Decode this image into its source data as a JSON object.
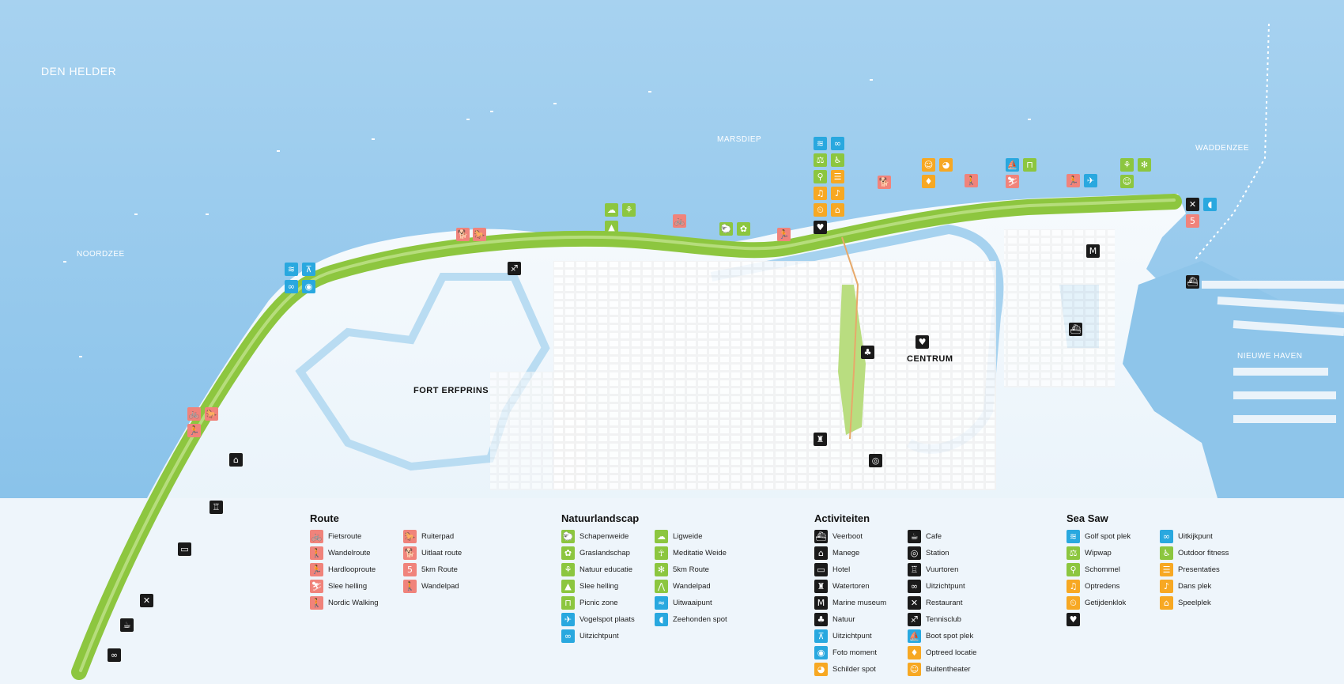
{
  "places": {
    "den_helder": "DEN HELDER",
    "noordzee": "NOORDZEE",
    "marsdiep": "MARSDIEP",
    "waddenzee": "WADDENZEE",
    "nieuwe_haven": "NIEUWE HAVEN",
    "fort_erfprins": "FORT ERFPRINS",
    "centrum": "CENTRUM"
  },
  "colors": {
    "sea": "#8ec5ea",
    "deep_sea": "#5aa6df",
    "land": "#f3f8fc",
    "dike": "#8dc63f",
    "route": "#f0837b",
    "nature": "#8cc63f",
    "activity": "#1a1a1a",
    "seasaw": "#29a8df",
    "orange": "#f7a823"
  },
  "legend": {
    "route": {
      "title": "Route",
      "items": [
        {
          "label": "Fietsroute",
          "icon": "bike-icon",
          "g": "🚲",
          "c": "c-route"
        },
        {
          "label": "Wandelroute",
          "icon": "walk-icon",
          "g": "🚶",
          "c": "c-route"
        },
        {
          "label": "Hardlooproute",
          "icon": "run-icon",
          "g": "🏃",
          "c": "c-route"
        },
        {
          "label": "Slee helling",
          "icon": "sled-icon",
          "g": "⛷",
          "c": "c-route"
        },
        {
          "label": "Nordic Walking",
          "icon": "nordic-icon",
          "g": "🚶",
          "c": "c-route"
        },
        {
          "label": "Ruiterpad",
          "icon": "horse-icon",
          "g": "🐎",
          "c": "c-route"
        },
        {
          "label": "Uitlaat route",
          "icon": "dog-icon",
          "g": "🐕",
          "c": "c-route"
        },
        {
          "label": "5km Route",
          "icon": "five-km-icon",
          "g": "5",
          "c": "c-route"
        },
        {
          "label": "Wandelpad",
          "icon": "path-icon",
          "g": "🚶",
          "c": "c-route"
        }
      ]
    },
    "nature": {
      "title": "Natuurlandscap",
      "items": [
        {
          "label": "Schapenweide",
          "icon": "sheep-icon",
          "g": "🐑",
          "c": "c-nat"
        },
        {
          "label": "Graslandschap",
          "icon": "grass-icon",
          "g": "✿",
          "c": "c-nat"
        },
        {
          "label": "Natuur educatie",
          "icon": "education-icon",
          "g": "⚘",
          "c": "c-nat"
        },
        {
          "label": "Slee helling",
          "icon": "sled-hill-icon",
          "g": "▲",
          "c": "c-nat"
        },
        {
          "label": "Picnic zone",
          "icon": "picnic-icon",
          "g": "⊓",
          "c": "c-nat"
        },
        {
          "label": "Vogelspot plaats",
          "icon": "bird-icon",
          "g": "✈",
          "c": "c-sea"
        },
        {
          "label": "Uitzichtpunt",
          "icon": "binoculars-icon",
          "g": "∞",
          "c": "c-sea"
        },
        {
          "label": "Ligweide",
          "icon": "lawn-icon",
          "g": "☁",
          "c": "c-nat"
        },
        {
          "label": "Meditatie Weide",
          "icon": "meditation-icon",
          "g": "☥",
          "c": "c-nat"
        },
        {
          "label": "5km Route",
          "icon": "five-km-nature-icon",
          "g": "✻",
          "c": "c-nat"
        },
        {
          "label": "Wandelpad",
          "icon": "footpath-icon",
          "g": "⋀",
          "c": "c-nat"
        },
        {
          "label": "Uitwaaipunt",
          "icon": "wind-icon",
          "g": "≈",
          "c": "c-sea"
        },
        {
          "label": "Zeehonden spot",
          "icon": "seal-icon",
          "g": "◖",
          "c": "c-sea"
        }
      ]
    },
    "activities": {
      "title": "Activiteiten",
      "items": [
        {
          "label": "Veerboot",
          "icon": "ferry-icon",
          "g": "⛴",
          "c": "c-act"
        },
        {
          "label": "Manege",
          "icon": "stable-icon",
          "g": "⌂",
          "c": "c-act"
        },
        {
          "label": "Hotel",
          "icon": "bed-icon",
          "g": "▭",
          "c": "c-act"
        },
        {
          "label": "Watertoren",
          "icon": "water-tower-icon",
          "g": "♜",
          "c": "c-act"
        },
        {
          "label": "Marine museum",
          "icon": "museum-icon",
          "g": "M",
          "c": "c-act"
        },
        {
          "label": "Natuur",
          "icon": "tree-icon",
          "g": "♣",
          "c": "c-act"
        },
        {
          "label": "Uitzichtpunt",
          "icon": "viewpoint-icon",
          "g": "⊼",
          "c": "c-sea"
        },
        {
          "label": "Foto moment",
          "icon": "camera-icon",
          "g": "◉",
          "c": "c-sea"
        },
        {
          "label": "Schilder spot",
          "icon": "palette-icon",
          "g": "◕",
          "c": "c-org"
        },
        {
          "label": "Cafe",
          "icon": "coffee-icon",
          "g": "☕",
          "c": "c-act"
        },
        {
          "label": "Station",
          "icon": "train-icon",
          "g": "◎",
          "c": "c-act"
        },
        {
          "label": "Vuurtoren",
          "icon": "lighthouse-icon",
          "g": "♖",
          "c": "c-act"
        },
        {
          "label": "Uitzichtpunt",
          "icon": "binoculars-dark-icon",
          "g": "∞",
          "c": "c-act"
        },
        {
          "label": "Restaurant",
          "icon": "cutlery-icon",
          "g": "✕",
          "c": "c-act"
        },
        {
          "label": "Tennisclub",
          "icon": "tennis-icon",
          "g": "♐",
          "c": "c-act"
        },
        {
          "label": "Boot spot plek",
          "icon": "boat-icon",
          "g": "⛵",
          "c": "c-sea"
        },
        {
          "label": "Optreed locatie",
          "icon": "torch-icon",
          "g": "♦",
          "c": "c-org"
        },
        {
          "label": "Buitentheater",
          "icon": "theater-icon",
          "g": "☺",
          "c": "c-org"
        }
      ]
    },
    "seasaw": {
      "title": "Sea Saw",
      "items": [
        {
          "label": "Golf spot plek",
          "icon": "wave-icon",
          "g": "≋",
          "c": "c-sea"
        },
        {
          "label": "Wipwap",
          "icon": "seesaw-icon",
          "g": "⚖",
          "c": "c-nat"
        },
        {
          "label": "Schommel",
          "icon": "swing-icon",
          "g": "⚲",
          "c": "c-nat"
        },
        {
          "label": "Optredens",
          "icon": "music-icon",
          "g": "♫",
          "c": "c-org"
        },
        {
          "label": "Getijdenklok",
          "icon": "tide-clock-icon",
          "g": "⏲",
          "c": "c-org"
        },
        {
          "label": "",
          "icon": "heart-icon",
          "g": "♥",
          "c": "c-act"
        },
        {
          "label": "Uitkijkpunt",
          "icon": "lookout-icon",
          "g": "∞",
          "c": "c-sea"
        },
        {
          "label": "Outdoor fitness",
          "icon": "fitness-icon",
          "g": "♿",
          "c": "c-nat"
        },
        {
          "label": "Presentaties",
          "icon": "presentation-icon",
          "g": "☰",
          "c": "c-org"
        },
        {
          "label": "Dans plek",
          "icon": "dance-icon",
          "g": "♪",
          "c": "c-org"
        },
        {
          "label": "Speelplek",
          "icon": "playground-icon",
          "g": "⌂",
          "c": "c-org"
        }
      ]
    }
  }
}
